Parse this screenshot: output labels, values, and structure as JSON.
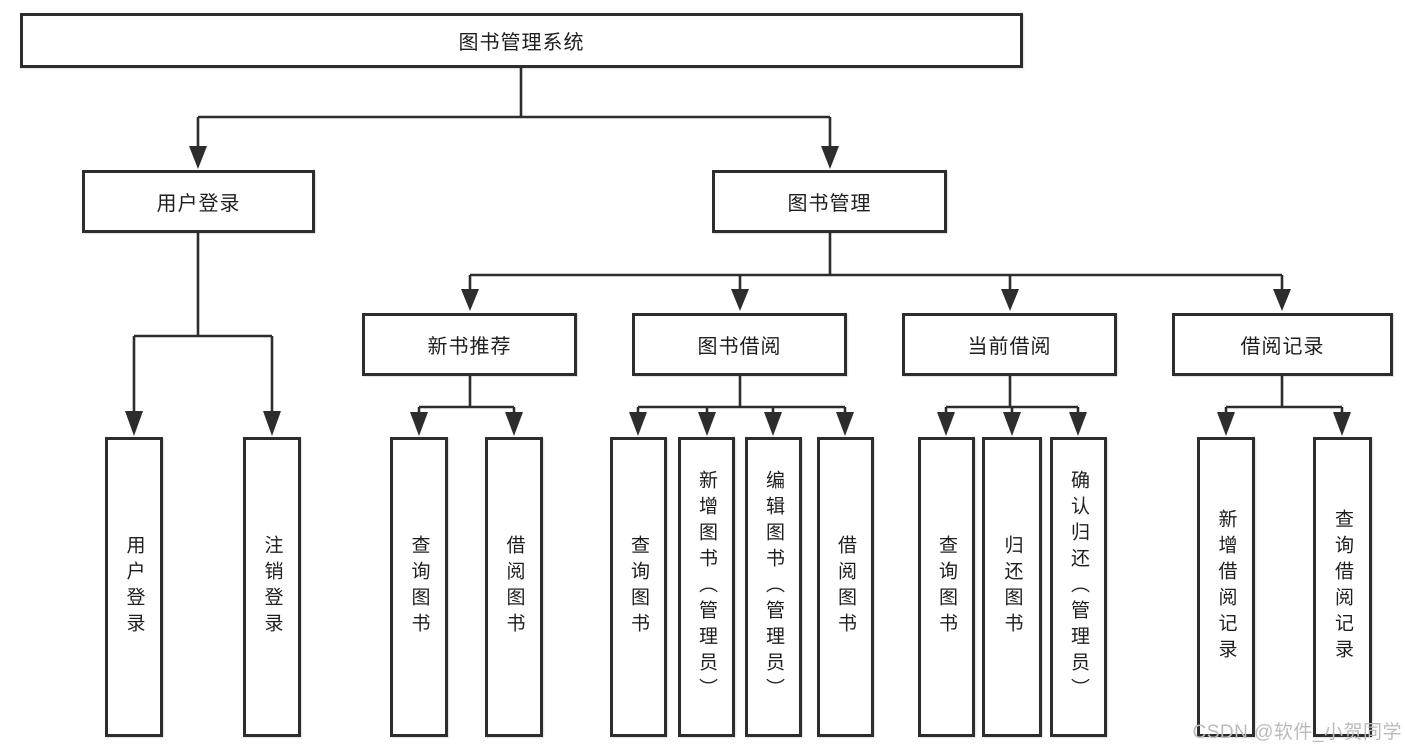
{
  "colors": {
    "line": "#2d2d2d",
    "box_border": "#2d2d2d",
    "box_fill": "#ffffff",
    "text": "#1e1e1e",
    "watermark": "#b9bbbd",
    "background": "#ffffff"
  },
  "watermark": "CSDN @软件_小贺同学",
  "nodes": [
    {
      "id": "root",
      "label": "图书管理系统"
    },
    {
      "id": "user-login-group",
      "label": "用户登录"
    },
    {
      "id": "book-management",
      "label": "图书管理"
    },
    {
      "id": "new-book-recommend",
      "label": "新书推荐"
    },
    {
      "id": "book-borrow",
      "label": "图书借阅"
    },
    {
      "id": "current-borrow",
      "label": "当前借阅"
    },
    {
      "id": "borrow-records",
      "label": "借阅记录"
    },
    {
      "id": "user-login",
      "label": "用户登录"
    },
    {
      "id": "logout",
      "label": "注销登录"
    },
    {
      "id": "query-books-1",
      "label": "查询图书"
    },
    {
      "id": "borrow-books-1",
      "label": "借阅图书"
    },
    {
      "id": "query-books-2",
      "label": "查询图书"
    },
    {
      "id": "add-books-admin",
      "label": "新增图书（管理员）"
    },
    {
      "id": "edit-books-admin",
      "label": "编辑图书（管理员）"
    },
    {
      "id": "borrow-books-2",
      "label": "借阅图书"
    },
    {
      "id": "query-books-3",
      "label": "查询图书"
    },
    {
      "id": "return-books",
      "label": "归还图书"
    },
    {
      "id": "confirm-return-admin",
      "label": "确认归还（管理员）"
    },
    {
      "id": "add-borrow-record",
      "label": "新增借阅记录"
    },
    {
      "id": "query-borrow-record",
      "label": "查询借阅记录"
    }
  ],
  "hierarchy": {
    "图书管理系统": [
      "用户登录",
      "图书管理"
    ],
    "用户登录": [
      "用户登录",
      "注销登录"
    ],
    "图书管理": [
      "新书推荐",
      "图书借阅",
      "当前借阅",
      "借阅记录"
    ],
    "新书推荐": [
      "查询图书",
      "借阅图书"
    ],
    "图书借阅": [
      "查询图书",
      "新增图书（管理员）",
      "编辑图书（管理员）",
      "借阅图书"
    ],
    "当前借阅": [
      "查询图书",
      "归还图书",
      "确认归还（管理员）"
    ],
    "借阅记录": [
      "新增借阅记录",
      "查询借阅记录"
    ]
  }
}
